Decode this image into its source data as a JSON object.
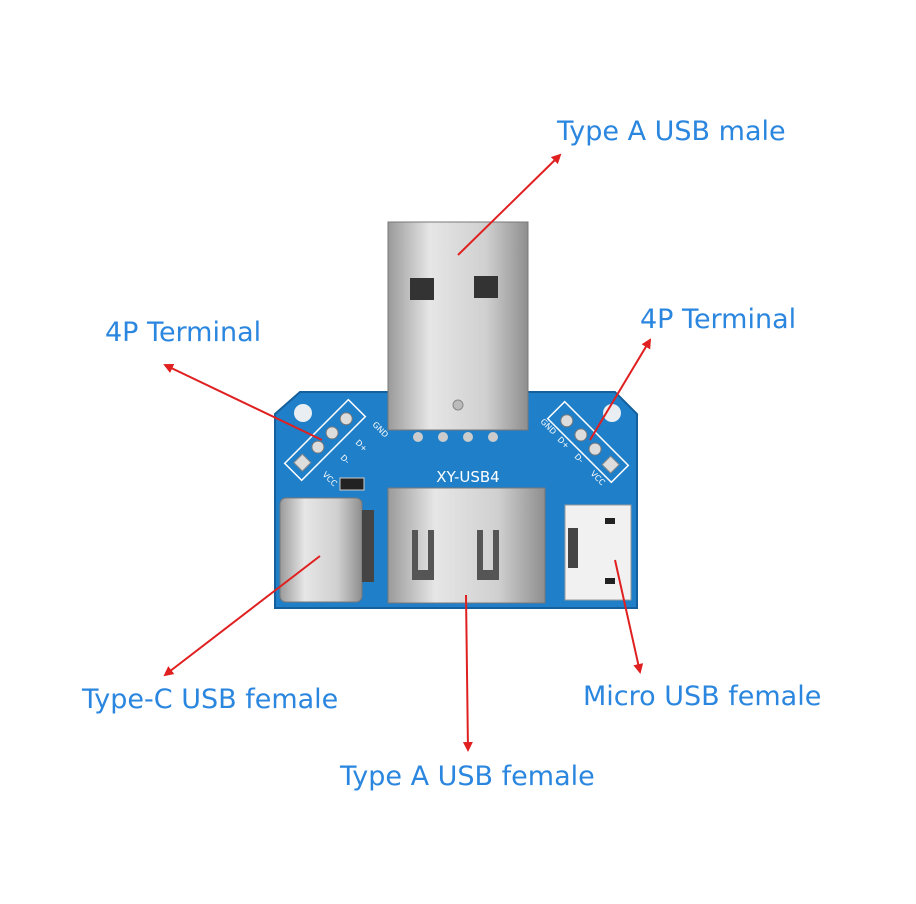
{
  "labels": {
    "usb_a_male": "Type A USB male",
    "terminal_left": "4P Terminal",
    "terminal_right": "4P Terminal",
    "type_c_female": "Type-C USB female",
    "usb_a_female": "Type A USB female",
    "micro_usb_female": "Micro USB female"
  },
  "board": {
    "model": "XY-USB4",
    "pins_left": [
      "GND",
      "D+",
      "D-",
      "VCC"
    ],
    "pins_right": [
      "GND",
      "D+",
      "D-",
      "VCC"
    ]
  },
  "colors": {
    "label": "#2a86de",
    "arrow": "#e02020",
    "pcb": "#1f7fc8"
  }
}
